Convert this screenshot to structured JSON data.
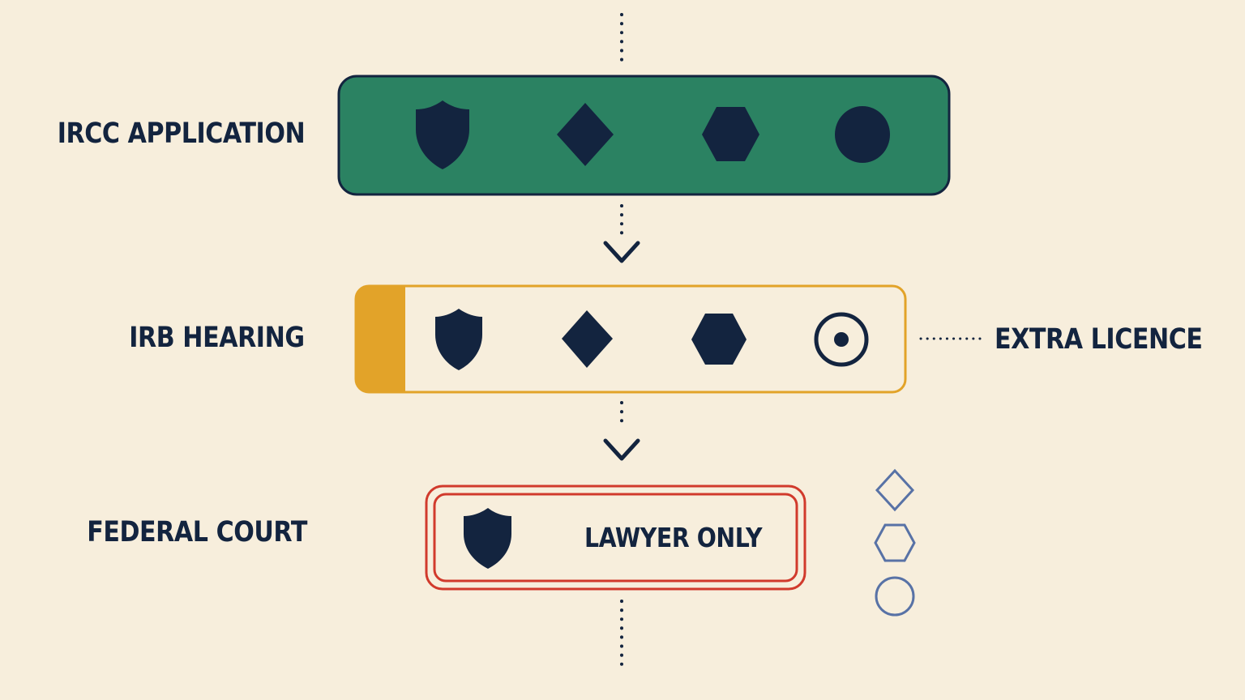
{
  "stages": [
    {
      "label": "IRCC APPLICATION"
    },
    {
      "label": "IRB HEARING",
      "side_note": "EXTRA LICENCE"
    },
    {
      "label": "FEDERAL COURT",
      "inner_text": "LAWYER ONLY"
    }
  ],
  "colors": {
    "background": "#f7eedc",
    "ink": "#13243f",
    "ircc_fill": "#2b8262",
    "irb_border": "#e2a329",
    "court_border": "#d13a2c",
    "outline_icons": "#5872a6"
  },
  "icons": {
    "ircc": [
      "shield-icon",
      "diamond-icon",
      "hexagon-icon",
      "circle-icon"
    ],
    "irb": [
      "shield-icon",
      "diamond-icon",
      "hexagon-icon",
      "target-circle-icon"
    ],
    "court": [
      "shield-icon"
    ],
    "outline_legend": [
      "diamond-outline-icon",
      "hexagon-outline-icon",
      "circle-outline-icon"
    ]
  }
}
